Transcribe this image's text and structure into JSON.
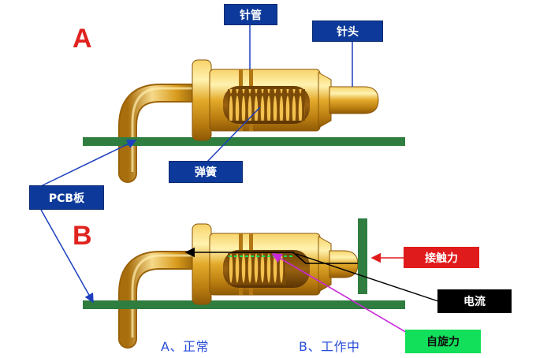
{
  "diagram_a": {
    "letter": "A",
    "labels": {
      "pin_tube": "针管",
      "pin_head": "针头",
      "spring": "弹簧",
      "pcb_board": "PCB板"
    }
  },
  "diagram_b": {
    "letter": "B",
    "labels": {
      "contact_force": "接触力",
      "current": "电流",
      "self_rotation": "自旋力"
    }
  },
  "captions": {
    "a_normal": "A、正常",
    "b_working": "B、工作中"
  },
  "colors": {
    "pcb_green": "#2f7d3f",
    "gold": "#d9a420",
    "label_blue": "#0d3a9a",
    "letter_red": "#e0231f",
    "force_red": "#e01b1b",
    "current_black": "#000000",
    "rotation_magenta": "#c928d8",
    "rotation_green": "#12e05a",
    "caption_blue": "#2a4fd8"
  }
}
